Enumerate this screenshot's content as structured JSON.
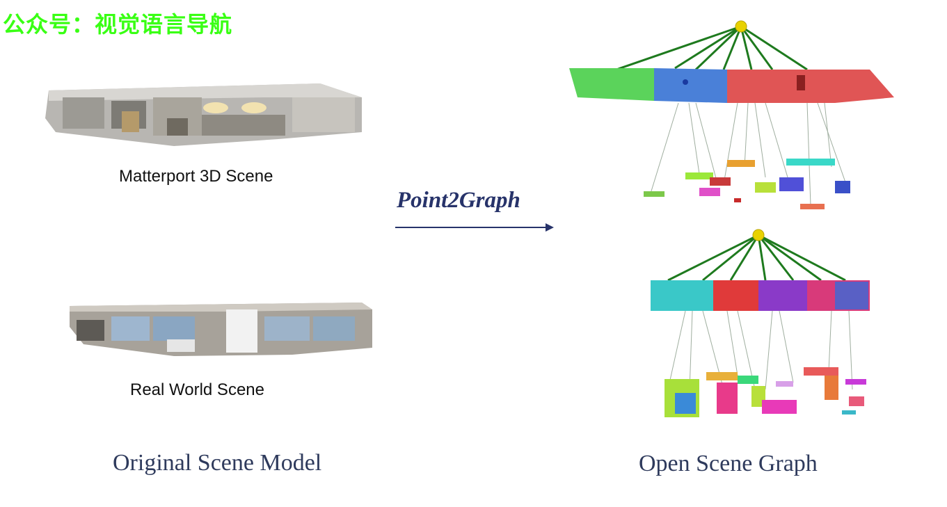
{
  "watermark": "公众号：视觉语言导航",
  "left": {
    "scene1_caption": "Matterport 3D Scene",
    "scene2_caption": "Real World Scene",
    "section_title": "Original Scene Model"
  },
  "center": {
    "arrow_label": "Point2Graph"
  },
  "right": {
    "section_title": "Open Scene Graph"
  },
  "colors": {
    "watermark": "#39ff14",
    "title_text": "#2e3a5c",
    "arrow": "#27336a",
    "graph_edges": "#1e7a1e",
    "root_node": "#e8d200"
  }
}
